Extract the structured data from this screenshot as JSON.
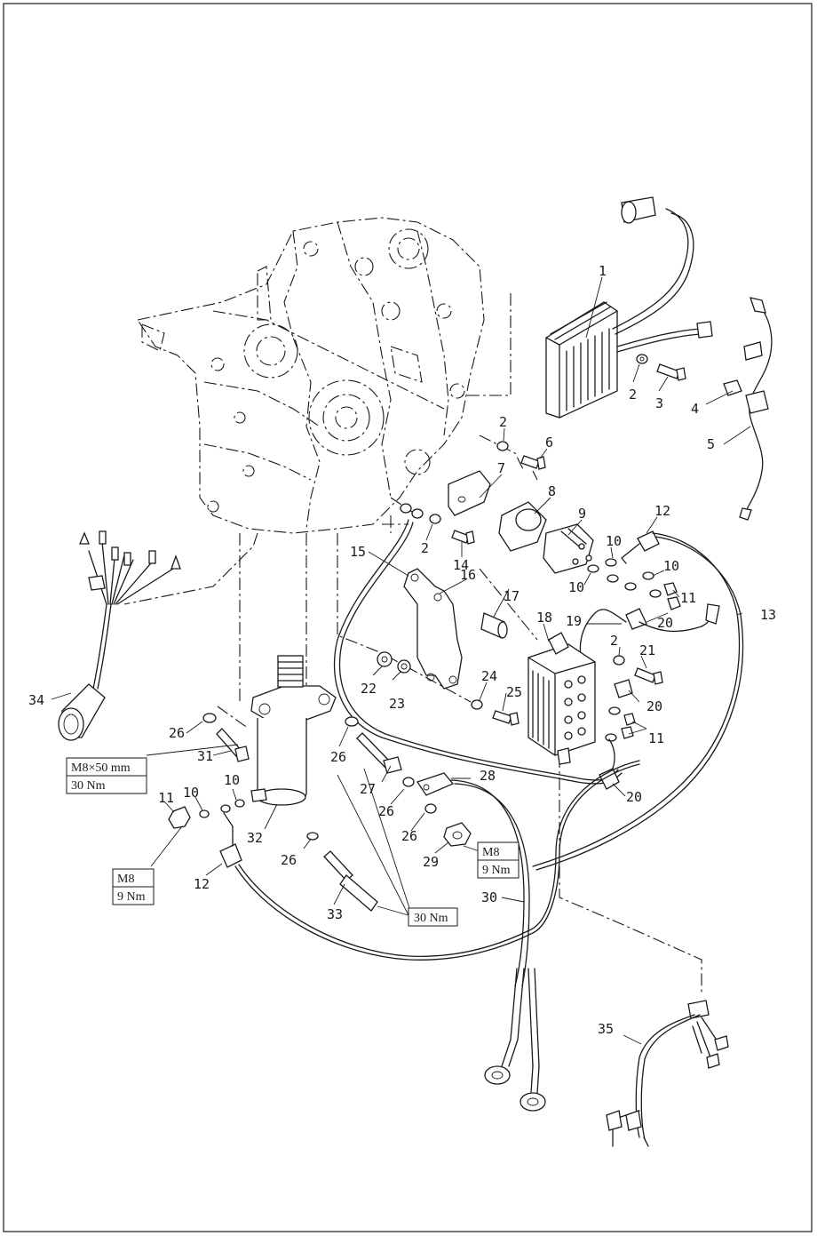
{
  "diagram": {
    "callouts": [
      {
        "id": "c1",
        "text": "1"
      },
      {
        "id": "c2a",
        "text": "2"
      },
      {
        "id": "c3",
        "text": "3"
      },
      {
        "id": "c4",
        "text": "4"
      },
      {
        "id": "c5",
        "text": "5"
      },
      {
        "id": "c2b",
        "text": "2"
      },
      {
        "id": "c6",
        "text": "6"
      },
      {
        "id": "c7",
        "text": "7"
      },
      {
        "id": "c8",
        "text": "8"
      },
      {
        "id": "c9",
        "text": "9"
      },
      {
        "id": "c12a",
        "text": "12"
      },
      {
        "id": "c10a",
        "text": "10"
      },
      {
        "id": "c10b",
        "text": "10"
      },
      {
        "id": "c10c",
        "text": "10"
      },
      {
        "id": "c11a",
        "text": "11"
      },
      {
        "id": "c2c",
        "text": "2"
      },
      {
        "id": "c14",
        "text": "14"
      },
      {
        "id": "c15",
        "text": "15"
      },
      {
        "id": "c16",
        "text": "16"
      },
      {
        "id": "c17",
        "text": "17"
      },
      {
        "id": "c18",
        "text": "18"
      },
      {
        "id": "c19",
        "text": "19"
      },
      {
        "id": "c20a",
        "text": "20"
      },
      {
        "id": "c13",
        "text": "13"
      },
      {
        "id": "c2d",
        "text": "2"
      },
      {
        "id": "c21",
        "text": "21"
      },
      {
        "id": "c20b",
        "text": "20"
      },
      {
        "id": "c11b",
        "text": "11"
      },
      {
        "id": "c20c",
        "text": "20"
      },
      {
        "id": "c22",
        "text": "22"
      },
      {
        "id": "c23",
        "text": "23"
      },
      {
        "id": "c24",
        "text": "24"
      },
      {
        "id": "c25",
        "text": "25"
      },
      {
        "id": "c34",
        "text": "34"
      },
      {
        "id": "c26a",
        "text": "26"
      },
      {
        "id": "c31",
        "text": "31"
      },
      {
        "id": "c26b",
        "text": "26"
      },
      {
        "id": "c27",
        "text": "27"
      },
      {
        "id": "c28",
        "text": "28"
      },
      {
        "id": "c26c",
        "text": "26"
      },
      {
        "id": "c26d",
        "text": "26"
      },
      {
        "id": "c29",
        "text": "29"
      },
      {
        "id": "c11c",
        "text": "11"
      },
      {
        "id": "c10d",
        "text": "10"
      },
      {
        "id": "c10e",
        "text": "10"
      },
      {
        "id": "c32",
        "text": "32"
      },
      {
        "id": "c26e",
        "text": "26"
      },
      {
        "id": "c12b",
        "text": "12"
      },
      {
        "id": "c33",
        "text": "33"
      },
      {
        "id": "c30",
        "text": "30"
      },
      {
        "id": "c35",
        "text": "35"
      }
    ],
    "specs": {
      "bolt31_size": "M8×50 mm",
      "bolt31_torque": "30 Nm",
      "nut11_size": "M8",
      "nut11_torque": "9 Nm",
      "nut29_size": "M8",
      "nut29_torque": "9 Nm",
      "starter_torque": "30 Nm"
    }
  }
}
